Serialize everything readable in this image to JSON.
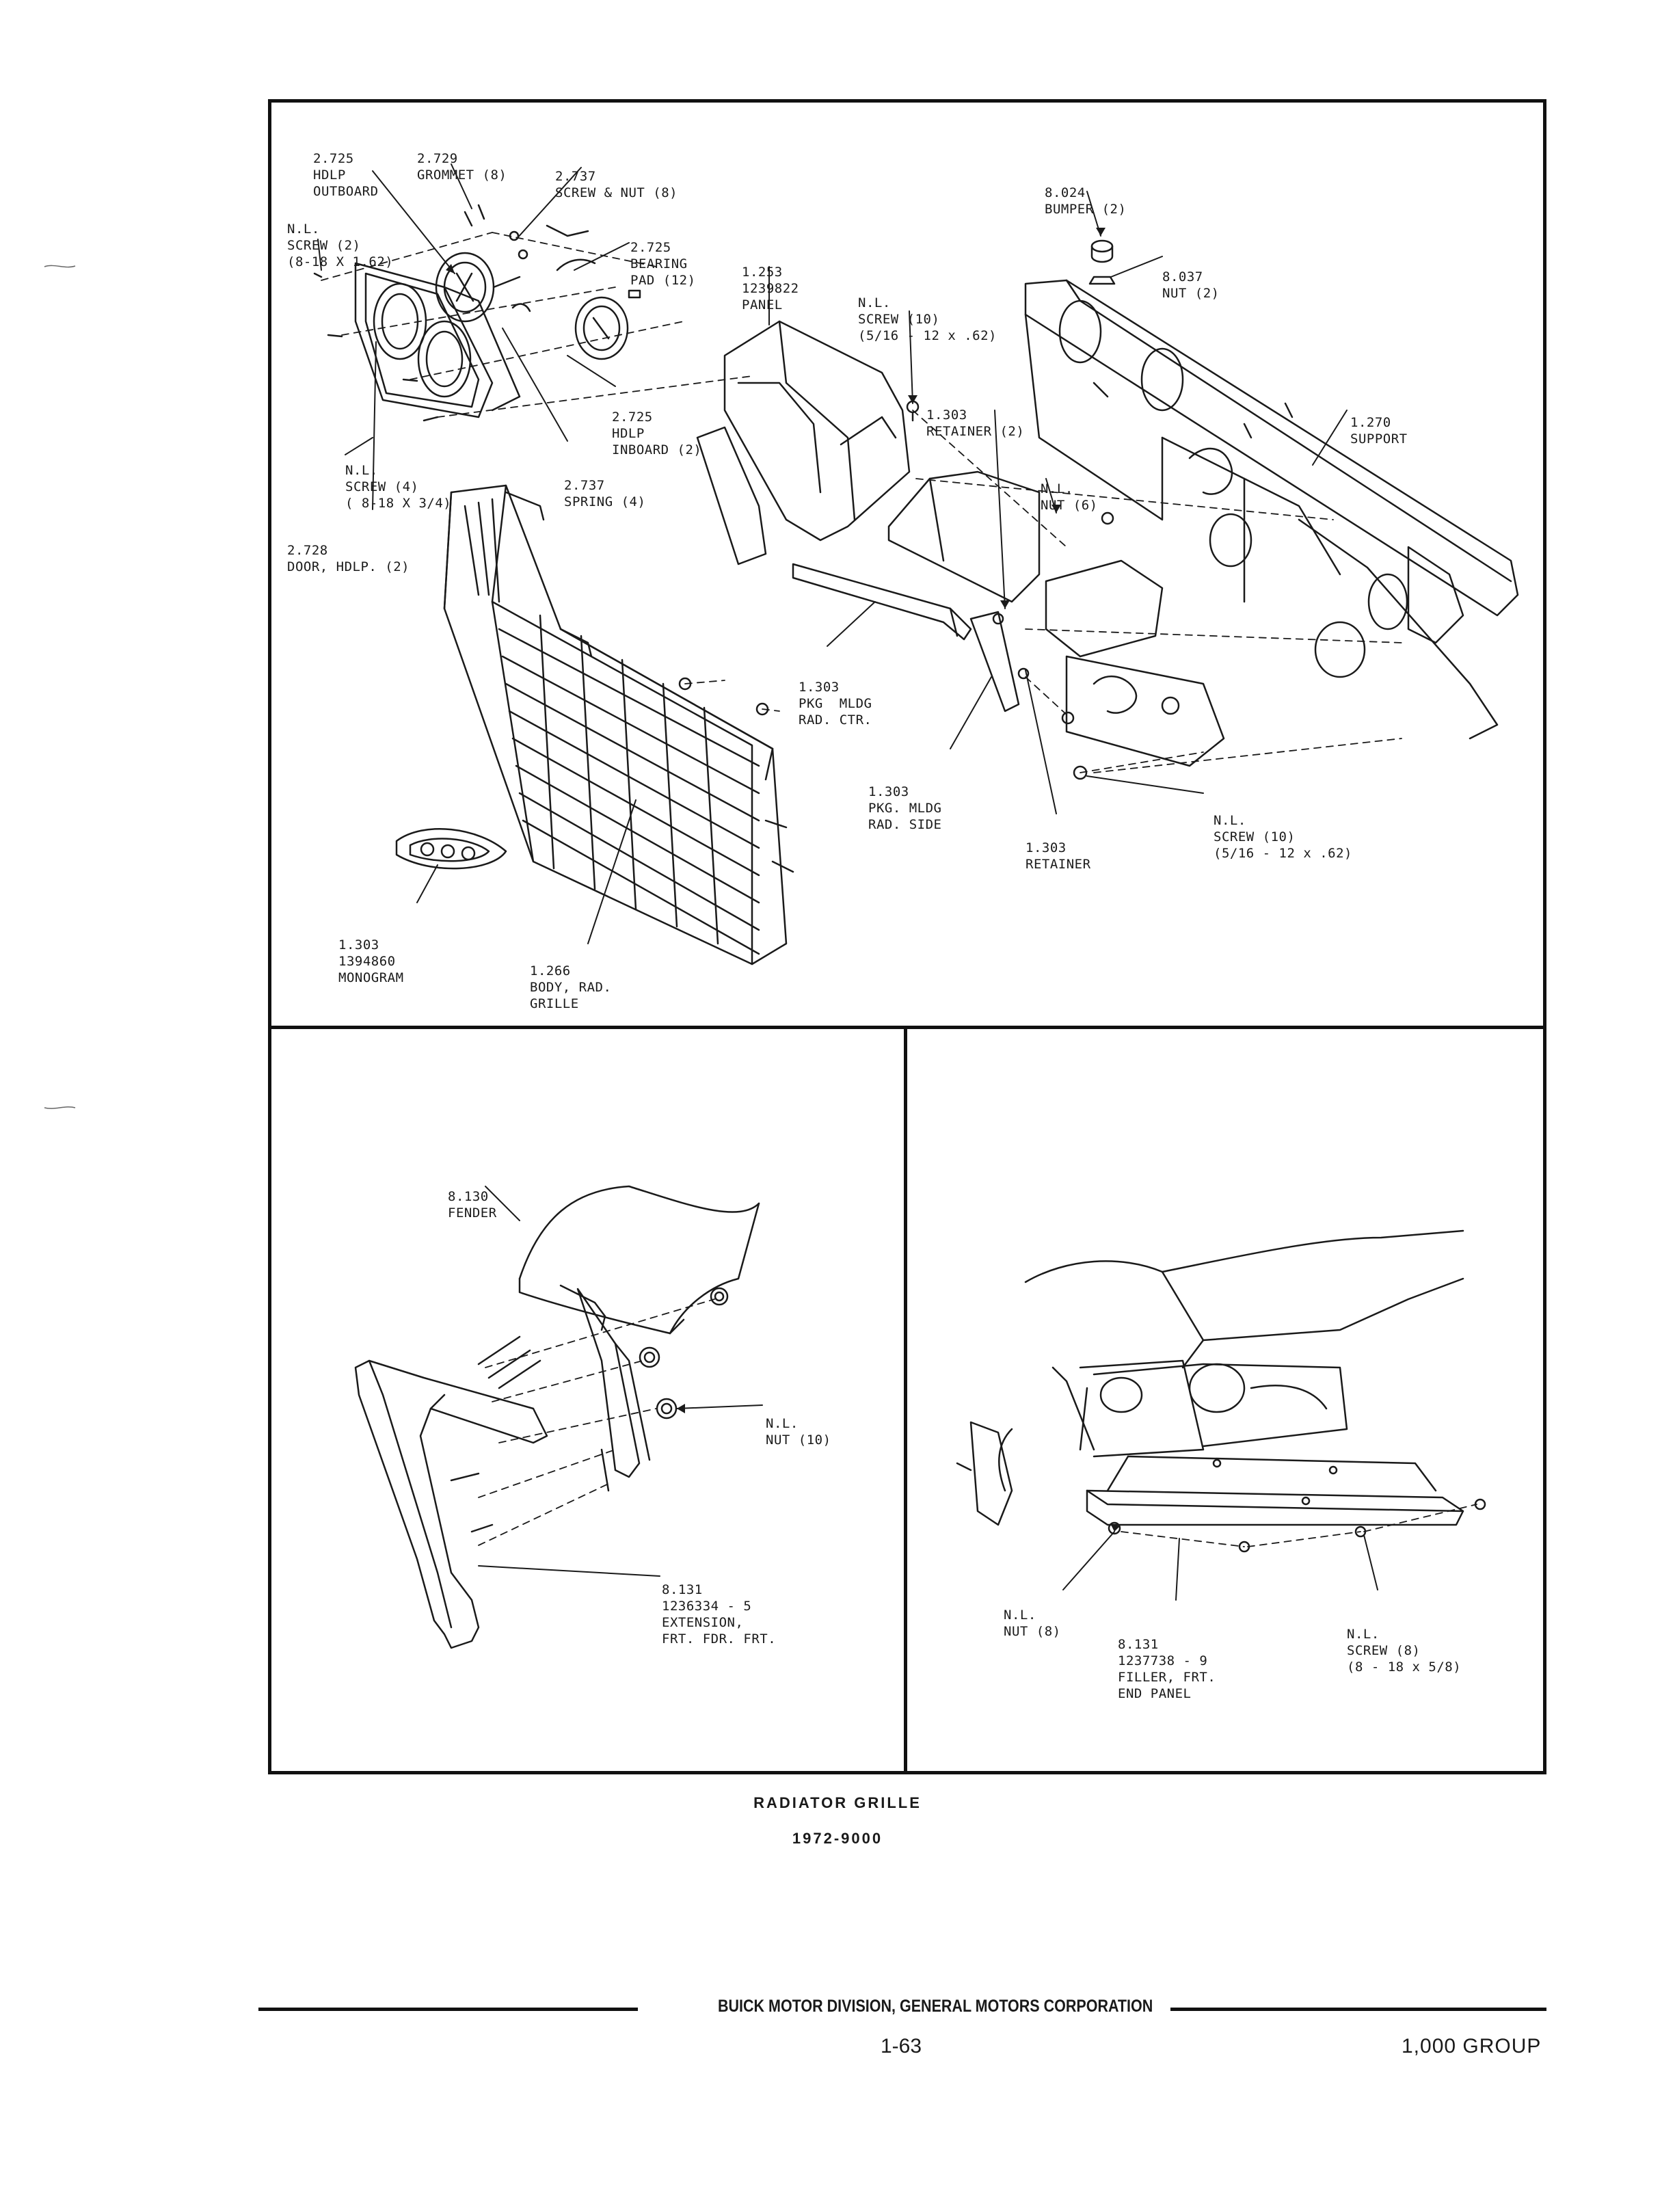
{
  "top_panel": {
    "labels": {
      "hdlp_outboard": [
        "2.725",
        "HDLP",
        "OUTBOARD"
      ],
      "grommet": [
        "2.729",
        "GROMMET (8)"
      ],
      "screw_nut": [
        "2.737",
        "SCREW & NUT (8)"
      ],
      "nl_screw_2": [
        "N.L.",
        "SCREW (2)",
        "(8-18 X 1.62)"
      ],
      "bearing_pad": [
        "2.725",
        "BEARING",
        "PAD (12)"
      ],
      "panel": [
        "1.253",
        "1239822",
        "PANEL"
      ],
      "nl_screw_10_top": [
        "N.L.",
        "SCREW (10)",
        "(5/16 - 12 x .62)"
      ],
      "bumper": [
        "8.024",
        "BUMPER (2)"
      ],
      "nut_8037": [
        "8.037",
        "NUT (2)"
      ],
      "hdlp_inboard": [
        "2.725",
        "HDLP",
        "INBOARD (2)"
      ],
      "retainer_2": [
        "1.303",
        "RETAINER (2)"
      ],
      "support": [
        "1.270",
        "SUPPORT"
      ],
      "nl_screw_4": [
        "N.L.",
        "SCREW (4)",
        "( 8-18 X 3/4)"
      ],
      "spring": [
        "2.737",
        "SPRING (4)"
      ],
      "nl_nut_6": [
        "N.L.",
        "NUT (6)"
      ],
      "door_hdlp": [
        "2.728",
        "DOOR, HDLP. (2)"
      ],
      "pkg_mldg_ctr": [
        "1.303",
        "PKG  MLDG",
        "RAD. CTR."
      ],
      "pkg_mldg_side": [
        "1.303",
        "PKG. MLDG",
        "RAD. SIDE"
      ],
      "retainer": [
        "1.303",
        "RETAINER"
      ],
      "nl_screw_10_bottom": [
        "N.L.",
        "SCREW (10)",
        "(5/16 - 12 x .62)"
      ],
      "monogram": [
        "1.303",
        "1394860",
        "MONOGRAM"
      ],
      "body_rad_grille": [
        "1.266",
        "BODY, RAD.",
        "GRILLE"
      ]
    }
  },
  "bottom_left_panel": {
    "labels": {
      "fender": [
        "8.130",
        "FENDER"
      ],
      "nl_nut_10": [
        "N.L.",
        "NUT (10)"
      ],
      "extension": [
        "8.131",
        "1236334 - 5",
        "EXTENSION,",
        "FRT. FDR. FRT."
      ]
    }
  },
  "bottom_right_panel": {
    "labels": {
      "nl_nut_8": [
        "N.L.",
        "NUT (8)"
      ],
      "filler": [
        "8.131",
        "1237738 - 9",
        "FILLER, FRT.",
        "END PANEL"
      ],
      "nl_screw_8": [
        "N.L.",
        "SCREW (8)",
        "(8 - 18 x 5/8)"
      ]
    }
  },
  "caption": {
    "title": "RADIATOR GRILLE",
    "subtitle": "1972-9000"
  },
  "footer": {
    "corporation": "BUICK MOTOR DIVISION, GENERAL MOTORS CORPORATION",
    "page": "1-63",
    "group": "1,000 GROUP"
  }
}
